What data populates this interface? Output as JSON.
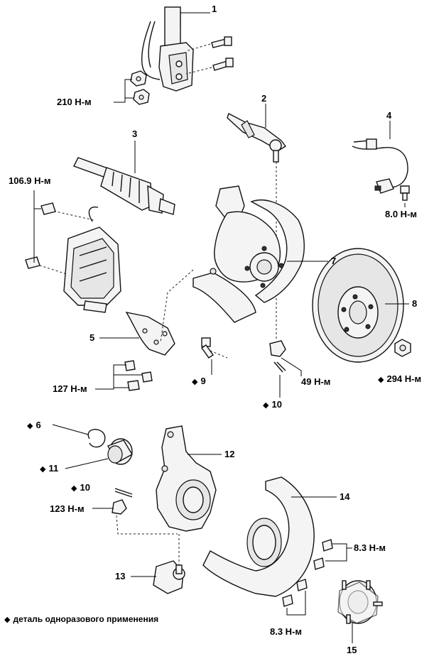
{
  "callouts": {
    "c1": "1",
    "c2": "2",
    "c3": "3",
    "c4": "4",
    "c5": "5",
    "c6": "6",
    "c7": "7",
    "c8": "8",
    "c9": "9",
    "c10a": "10",
    "c10b": "10",
    "c11": "11",
    "c12": "12",
    "c13": "13",
    "c14": "14",
    "c15": "15"
  },
  "torques": {
    "t210": "210 Н-м",
    "t1069": "106.9 Н-м",
    "t80": "8.0 Н-м",
    "t127": "127 Н-м",
    "t49": "49 Н-м",
    "t294": "294 Н-м",
    "t123": "123 Н-м",
    "t83a": "8.3 Н-м",
    "t83b": "8.3 Н-м"
  },
  "marker_symbol": "◆",
  "legend": {
    "text": "деталь одноразового применения"
  }
}
